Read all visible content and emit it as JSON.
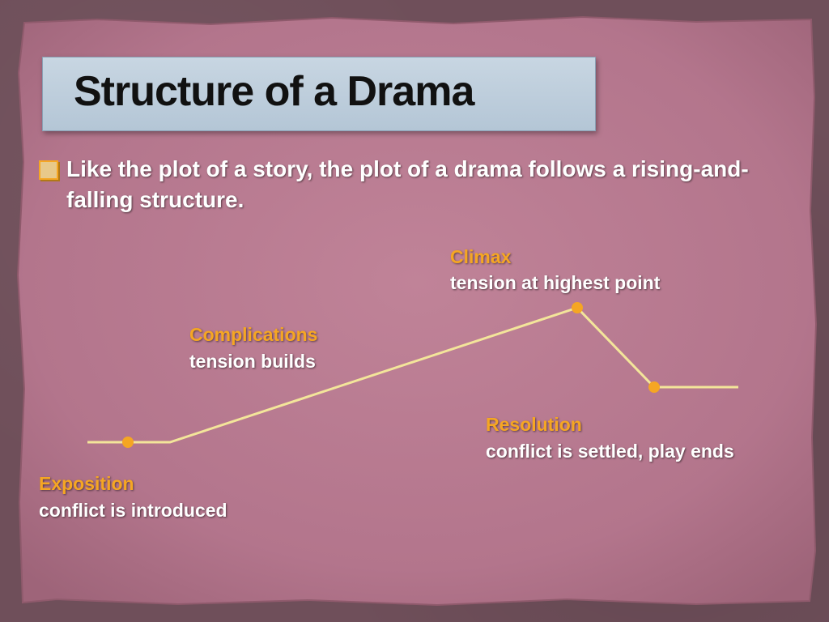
{
  "slide": {
    "title": "Structure of a Drama",
    "bullet": "Like the plot of a story, the plot of a drama follows a rising-and-falling structure."
  },
  "stages": {
    "exposition": {
      "title": "Exposition",
      "description": "conflict is introduced"
    },
    "complications": {
      "title": "Complications",
      "description": "tension builds"
    },
    "climax": {
      "title": "Climax",
      "description": "tension at highest point"
    },
    "resolution": {
      "title": "Resolution",
      "description": "conflict is settled, play ends"
    }
  },
  "colors": {
    "background": "#6f4f5a",
    "paper": "#b7788f",
    "title_box": "#c0d0de",
    "accent": "#f5a623",
    "line": "#f3e59a",
    "text": "#ffffff"
  },
  "icons": {
    "bullet": "square-bullet-icon"
  }
}
